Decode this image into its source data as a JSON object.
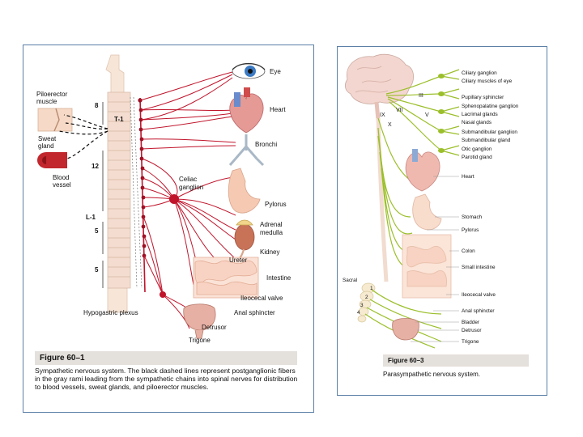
{
  "sympathetic": {
    "labels": {
      "eye": "Eye",
      "heart": "Heart",
      "bronchi": "Bronchi",
      "celiac": "Celiac\nganglion",
      "pylorus": "Pylorus",
      "adrenal": "Adrenal\nmedulla",
      "kidney": "Kidney",
      "ureter": "Ureter",
      "intestine": "Intestine",
      "ileocecal": "Ileocecal valve",
      "anal": "Anal sphincter",
      "detrusor": "Detrusor",
      "trigone": "Trigone",
      "hypogastric": "Hypogastric plexus",
      "piloerector": "Piloerector\nmuscle",
      "sweat": "Sweat\ngland",
      "vessel": "Blood\nvessel",
      "t1": "T-1",
      "l1": "L-1",
      "n8": "8",
      "n12": "12",
      "n5a": "5",
      "n5b": "5"
    },
    "figure_label": "Figure 60–1",
    "caption": "Sympathetic nervous system. The black dashed lines represent postganglionic fibers in the gray rami leading from the sympathetic chains into spinal nerves for distribution to blood vessels, sweat glands, and piloerector muscles."
  },
  "parasympathetic": {
    "labels": {
      "ciliary_ganglion": "Ciliary ganglion",
      "ciliary_muscles": "Ciliary muscles of eye",
      "pupillary": "Pupillary sphincter",
      "spheno": "Sphenopalatine ganglion",
      "lacrimal": "Lacrimal glands",
      "nasal": "Nasal glands",
      "submandibular_ganglion": "Submandibular ganglion",
      "submandibular_gland": "Submandibular gland",
      "otic": "Otic ganglion",
      "parotid": "Parotid gland",
      "heart": "Heart",
      "stomach": "Stomach",
      "pylorus": "Pylorus",
      "colon": "Colon",
      "small_intestine": "Small intestine",
      "ileocecal": "Ileocecal valve",
      "anal": "Anal sphincter",
      "bladder": "Bladder",
      "detrusor": "Detrusor",
      "trigone": "Trigone",
      "sacral": "Sacral",
      "cn3": "III",
      "cn7": "VII",
      "cn9": "IX",
      "cn10": "X",
      "cn5": "V",
      "s1": "1",
      "s2": "2",
      "s3": "3",
      "s4": "4"
    },
    "figure_label": "Figure 60–3",
    "caption": "Parasympathetic nervous system."
  },
  "colors": {
    "sympathetic_nerve": "#c0142b",
    "parasympathetic_nerve": "#9bbf2a",
    "panel_border": "#5b7fa6",
    "figure_bar": "#e4e0dc"
  }
}
